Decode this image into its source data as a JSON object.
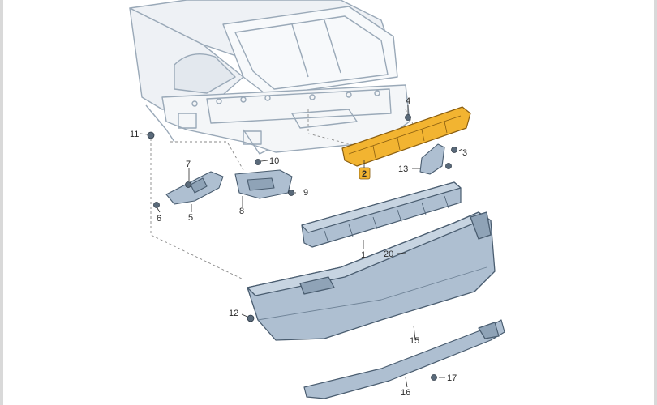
{
  "diagram": {
    "colors": {
      "body_outline": "#9aa9b8",
      "body_fill": "#f4f6f8",
      "part_fill": "#aebfd1",
      "part_stroke": "#4a5d70",
      "highlight": "#f2b431",
      "highlight_stroke": "#8a5e10",
      "label_tag": "#f2b431"
    },
    "labels": [
      {
        "id": "1",
        "text": "1"
      },
      {
        "id": "2",
        "text": "2",
        "highlighted": true
      },
      {
        "id": "3",
        "text": "3"
      },
      {
        "id": "4",
        "text": "4"
      },
      {
        "id": "5",
        "text": "5"
      },
      {
        "id": "6",
        "text": "6"
      },
      {
        "id": "7",
        "text": "7"
      },
      {
        "id": "8",
        "text": "8"
      },
      {
        "id": "9",
        "text": "9"
      },
      {
        "id": "10",
        "text": "10"
      },
      {
        "id": "11",
        "text": "11"
      },
      {
        "id": "12",
        "text": "12"
      },
      {
        "id": "13",
        "text": "13"
      },
      {
        "id": "15",
        "text": "15"
      },
      {
        "id": "16",
        "text": "16"
      },
      {
        "id": "17",
        "text": "17"
      },
      {
        "id": "20",
        "text": "20"
      }
    ]
  }
}
